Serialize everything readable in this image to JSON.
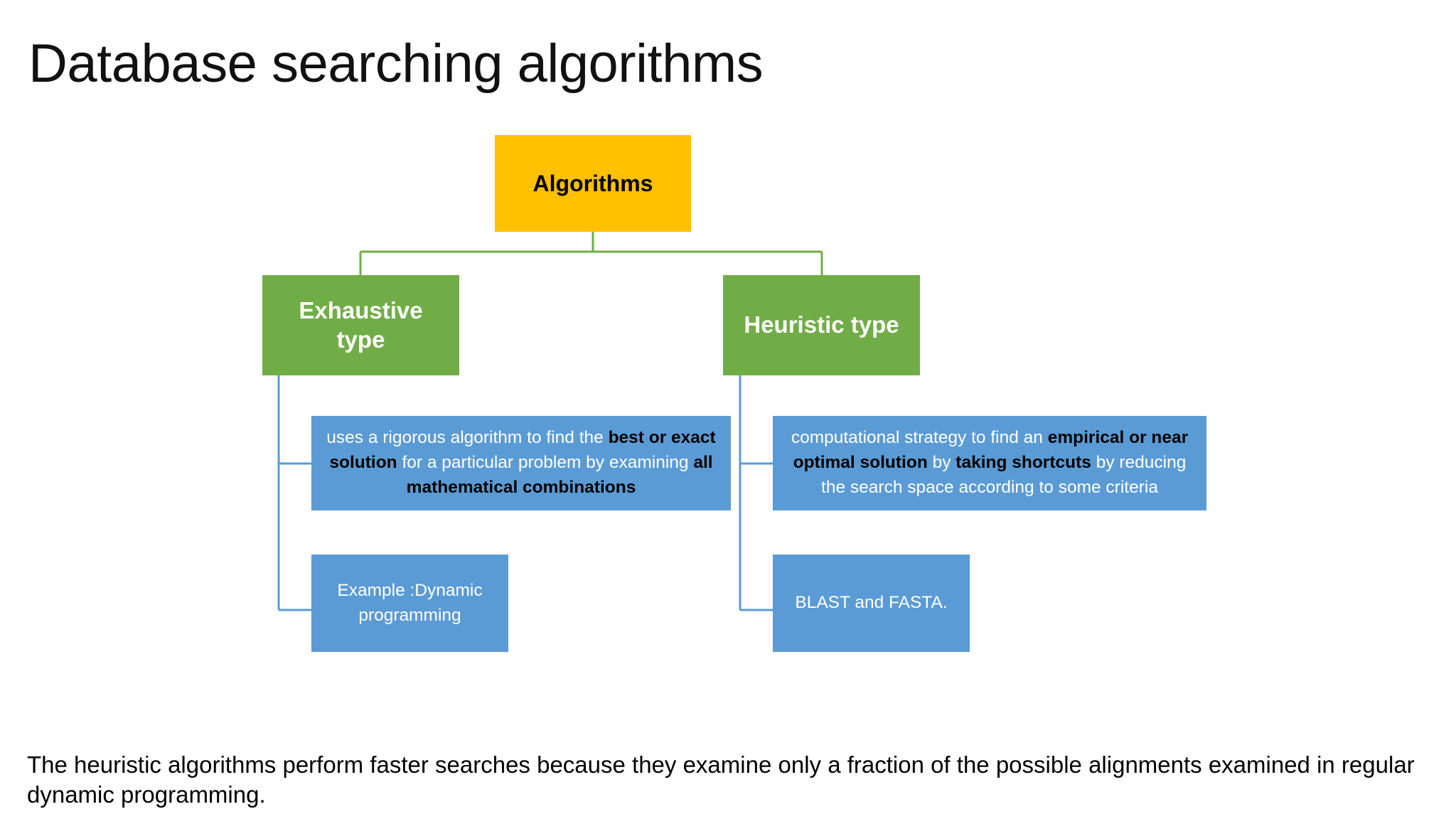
{
  "slide": {
    "title": "Database searching algorithms",
    "background_color": "#FFFFFF"
  },
  "colors": {
    "root_fill": "#FFC000",
    "branch_fill": "#70AD47",
    "leaf_fill": "#5B9BD5",
    "root_text": "#000000",
    "branch_text": "#FFFFFF",
    "leaf_text": "#FFFFFF",
    "leaf_bold_text": "#000000",
    "green_connector": "#70AD47",
    "blue_connector": "#5B9BD5"
  },
  "diagram": {
    "type": "hierarchy",
    "root": {
      "label": "Algorithms"
    },
    "branches": [
      {
        "id": "exhaustive",
        "label": "Exhaustive type",
        "label_lines": [
          "Exhaustive",
          "type"
        ],
        "children": [
          {
            "id": "exhaustive-desc",
            "kind": "description",
            "text": "uses a rigorous algorithm to find the best or exact solution for a particular problem by examining all mathematical combinations",
            "segments": [
              {
                "text": "uses a rigorous algorithm to find the ",
                "bold": false
              },
              {
                "text": "best or exact solution",
                "bold": true
              },
              {
                "text": " for a particular problem by examining ",
                "bold": false
              },
              {
                "text": "all mathematical combinations",
                "bold": true
              }
            ]
          },
          {
            "id": "exhaustive-example",
            "kind": "example",
            "text": "Example :Dynamic programming",
            "segments": [
              {
                "text": "Example :Dynamic programming",
                "bold": false
              }
            ]
          }
        ]
      },
      {
        "id": "heuristic",
        "label": "Heuristic type",
        "label_lines": [
          "Heuristic type"
        ],
        "children": [
          {
            "id": "heuristic-desc",
            "kind": "description",
            "text": "computational strategy to find an empirical or near optimal solution by taking shortcuts by reducing the search space according to some criteria",
            "segments": [
              {
                "text": "computational strategy to find an ",
                "bold": false
              },
              {
                "text": "empirical or near optimal solution",
                "bold": true
              },
              {
                "text": " by ",
                "bold": false
              },
              {
                "text": "taking shortcuts",
                "bold": true
              },
              {
                "text": " by reducing the search space according to some criteria",
                "bold": false
              }
            ]
          },
          {
            "id": "heuristic-example",
            "kind": "example",
            "text": "BLAST and FASTA.",
            "segments": [
              {
                "text": "BLAST and FASTA.",
                "bold": false
              }
            ]
          }
        ]
      }
    ]
  },
  "caption": {
    "text": "The heuristic algorithms perform faster searches because they examine only a fraction of the possible alignments examined in regular dynamic programming."
  }
}
